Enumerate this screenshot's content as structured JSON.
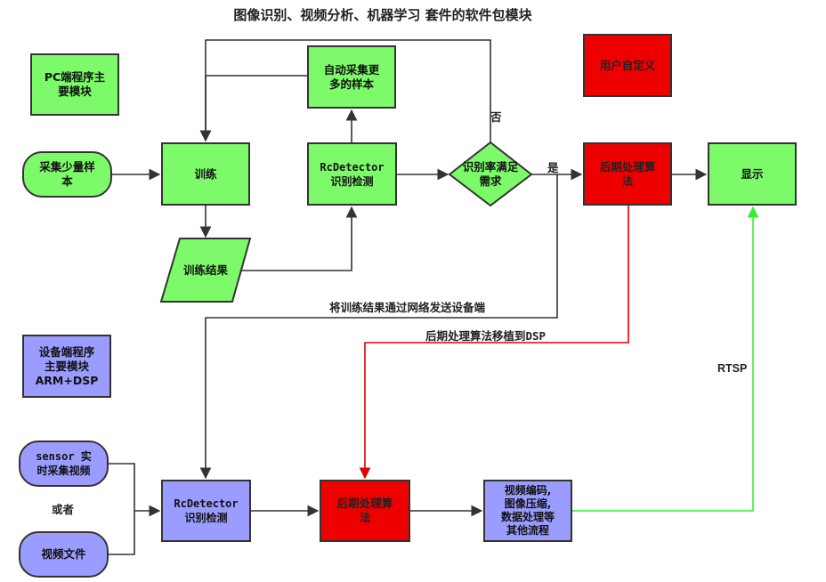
{
  "title": "图像识别、视频分析、机器学习 套件的软件包模块",
  "nodes": {
    "pc_module": "PC端程序主\n要模块",
    "user_defined": "用户自定义",
    "collect_samples": "采集少量样\n本",
    "train": "训练",
    "auto_collect": "自动采集更\n多的样本",
    "rc_detector_pc": "RcDetector\n识别检测",
    "decision": "识别率满足\n需求",
    "post_algo_pc": "后期处理算\n法",
    "display": "显示",
    "train_result": "训练结果",
    "device_module": "设备端程序\n主要模块\nARM+DSP",
    "sensor": "sensor 实\n时采集视频",
    "or_text": "或者",
    "video_file": "视频文件",
    "rc_detector_dev": "RcDetector\n识别检测",
    "post_algo_dev": "后期处理算\n法",
    "encode": "视频编码,\n图像压缩,\n数据处理等\n其他流程"
  },
  "edge_labels": {
    "no": "否",
    "yes": "是",
    "send_result": "将训练结果通过网络发送设备端",
    "port_dsp": "后期处理算法移植到DSP",
    "rtsp": "RTSP"
  },
  "colors": {
    "green": "#7dfa6a",
    "red": "#ee0000",
    "blue": "#9a9cff",
    "line": "#333333",
    "red_line": "#e00000",
    "green_line": "#33ee33"
  }
}
